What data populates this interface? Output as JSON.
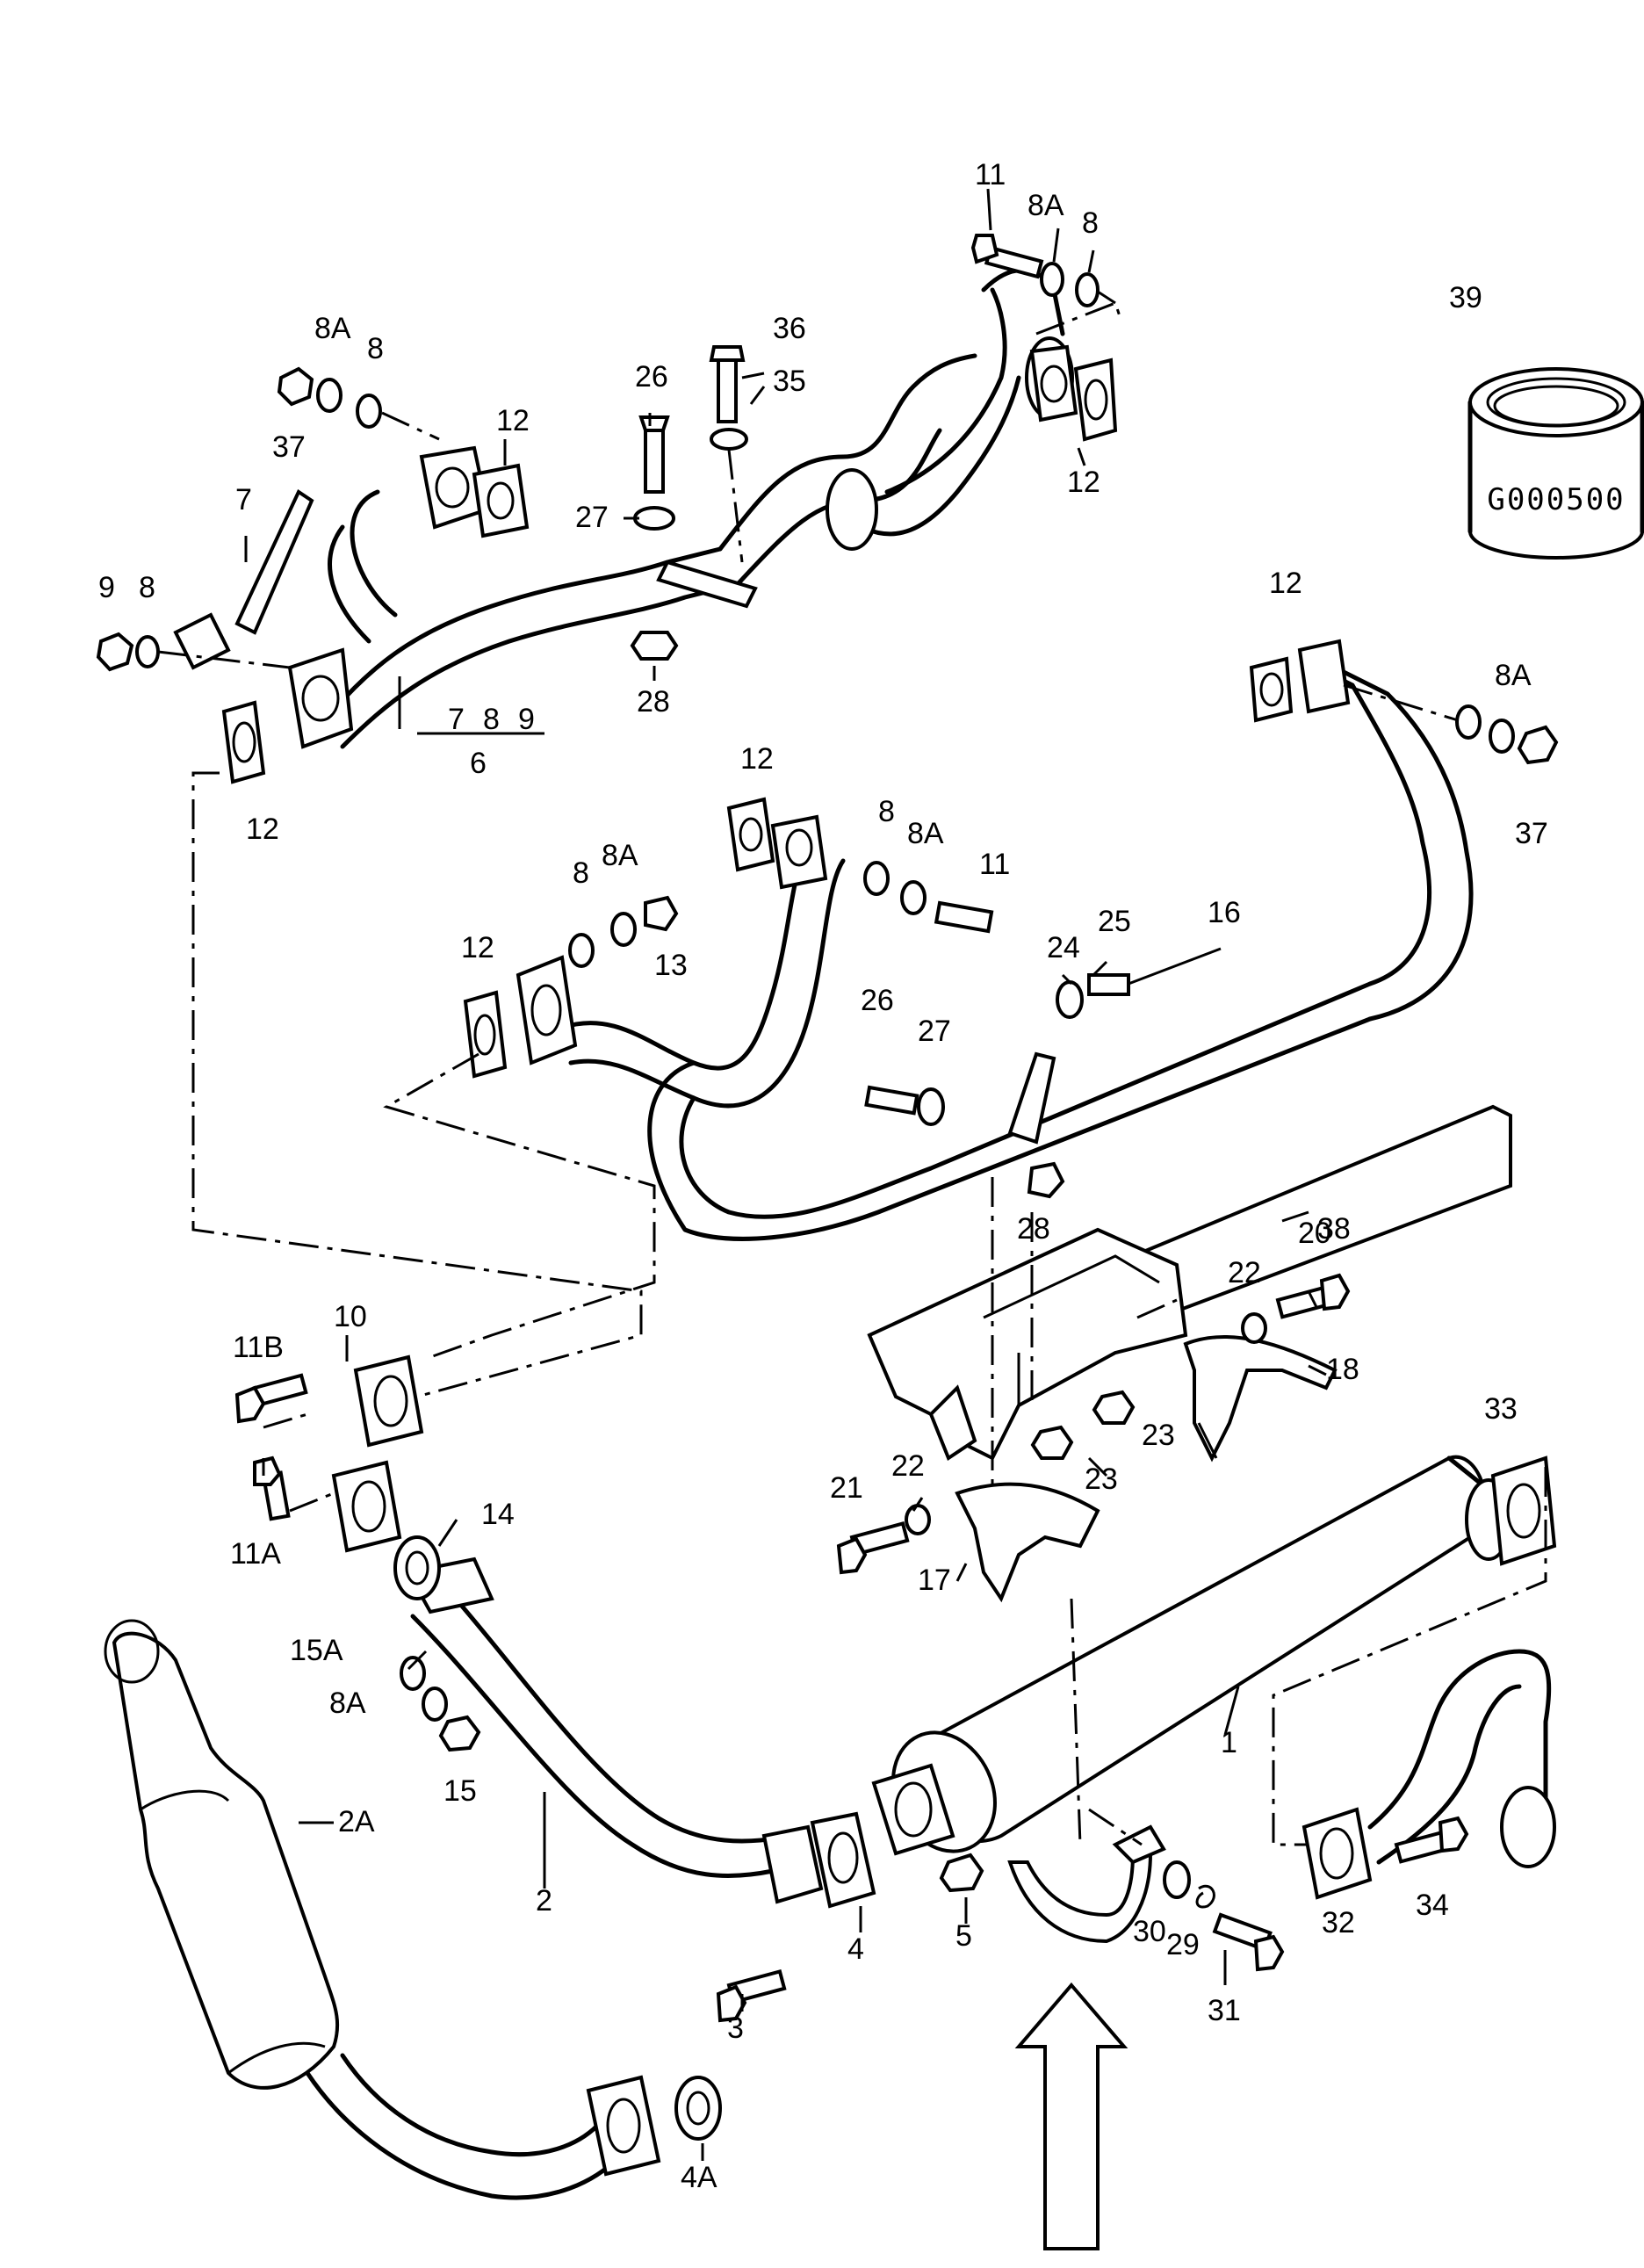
{
  "diagram": {
    "ring_code": "G000500",
    "labels": [
      "1",
      "2",
      "2A",
      "3",
      "4",
      "4A",
      "5",
      "6",
      "7",
      "7",
      "8",
      "8",
      "8",
      "8",
      "8",
      "8",
      "8A",
      "8A",
      "8A",
      "8A",
      "8A",
      "8A",
      "9",
      "9",
      "10",
      "11",
      "11",
      "11A",
      "11B",
      "12",
      "12",
      "12",
      "12",
      "12",
      "12",
      "13",
      "14",
      "15",
      "15A",
      "16",
      "17",
      "18",
      "20",
      "21",
      "22",
      "22",
      "23",
      "23",
      "24",
      "25",
      "26",
      "26",
      "27",
      "27",
      "28",
      "28",
      "29",
      "30",
      "31",
      "32",
      "33",
      "34",
      "35",
      "36",
      "37",
      "37",
      "38",
      "39"
    ]
  }
}
